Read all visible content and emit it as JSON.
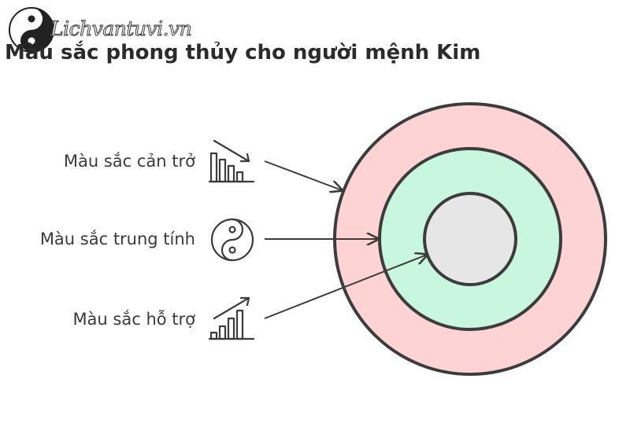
{
  "site": {
    "watermark": "Lichvantuvi.vn"
  },
  "title": "Màu sắc phong thủy cho người mệnh Kim",
  "labels": {
    "obstructing": "Màu sắc cản trở",
    "neutral": "Màu sắc trung tính",
    "supporting": "Màu sắc hỗ trợ"
  },
  "icons": {
    "obstructing": "declining-bar-chart-icon",
    "neutral": "yin-yang-icon",
    "supporting": "rising-bar-chart-icon"
  },
  "colors": {
    "outer_ring": "#fdd3d3",
    "middle_ring": "#c8f6de",
    "inner_circle": "#e6e6e6",
    "stroke": "#3c3c3c"
  }
}
